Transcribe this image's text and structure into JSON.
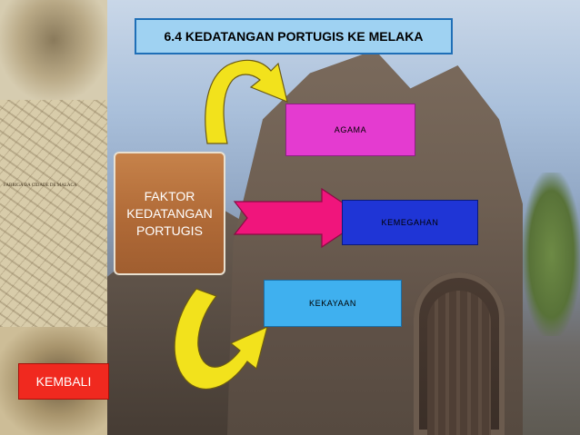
{
  "slide": {
    "title": "6.4 KEDATANGAN PORTUGIS KE MELAKA",
    "central": {
      "lines": [
        "FAKTOR",
        "KEDATANGAN",
        "PORTUGIS"
      ]
    },
    "factors": [
      {
        "label": "AGAMA",
        "color": "#e43bd0"
      },
      {
        "label": "KEMEGAHAN",
        "color": "#1f35d6"
      },
      {
        "label": "KEKAYAAN",
        "color": "#3fb0ef"
      }
    ],
    "back_button": {
      "label": "KEMBALI",
      "color": "#f0291f"
    },
    "map_caption": "FABRIGA DA CIDADE DE MALACA",
    "colors": {
      "title_bg": "#9fd2f2",
      "title_border": "#1f6fb7",
      "central_bg": "#b06a37",
      "arrow_yellow": "#f2e21c",
      "arrow_pink": "#f0157c"
    }
  }
}
